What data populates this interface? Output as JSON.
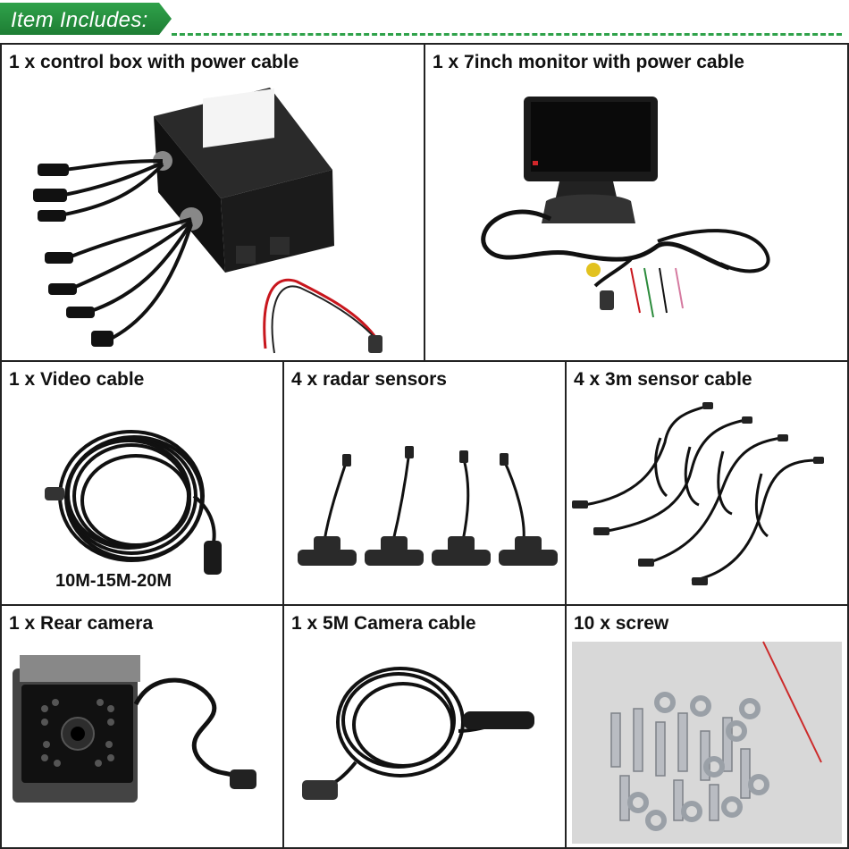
{
  "header": {
    "title": "Item Includes:"
  },
  "items": [
    {
      "label": "1 x control box with power cable"
    },
    {
      "label": "1 x 7inch monitor with power cable"
    },
    {
      "label": "1 x Video cable",
      "sublabel": "10M-15M-20M"
    },
    {
      "label": "4 x radar sensors"
    },
    {
      "label": "4 x 3m sensor cable"
    },
    {
      "label": "1 x Rear camera"
    },
    {
      "label": "1 x 5M Camera cable"
    },
    {
      "label": "10 x screw"
    }
  ],
  "colors": {
    "accent": "#2fa24a",
    "border": "#222222"
  }
}
